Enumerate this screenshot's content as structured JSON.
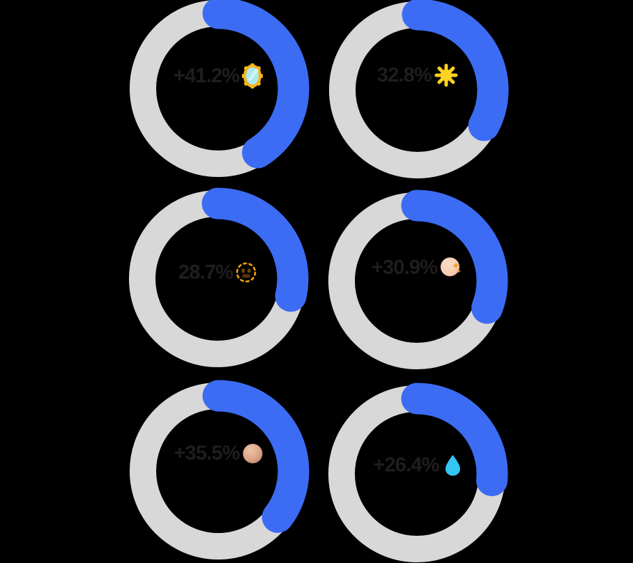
{
  "chart_data": {
    "type": "donut",
    "layout": "2-column 3-row grid of progress rings",
    "direction": "clockwise",
    "start_angle_deg": 0,
    "unit": "%",
    "colors": {
      "background": "#000000",
      "track": "#D8D8D8",
      "progress": "#3C6CF4",
      "label": "#1E1E1E"
    },
    "items": [
      {
        "label": "+41.2%",
        "value": 41.2,
        "icon": "mirror-icon",
        "icon_colors": [
          "#F6B41C",
          "#A9E9F2"
        ]
      },
      {
        "label": "32.8%",
        "value": 32.8,
        "icon": "sun-icon",
        "icon_colors": [
          "#FFD21E"
        ]
      },
      {
        "label": "28.7%",
        "value": 28.7,
        "icon": "dotted-line-face-icon",
        "icon_colors": [
          "#F2A30D",
          "#6E4A00"
        ]
      },
      {
        "label": "+30.9%",
        "value": 30.9,
        "icon": "sparkle-skin-ball-icon",
        "icon_colors": [
          "#F7CDB0",
          "#F59D2E"
        ]
      },
      {
        "label": "+35.5%",
        "value": 35.5,
        "icon": "skin-sphere-icon",
        "icon_colors": [
          "#DCA285"
        ]
      },
      {
        "label": "+26.4%",
        "value": 26.4,
        "icon": "water-drop-icon",
        "icon_colors": [
          "#35C5F2"
        ]
      }
    ]
  }
}
